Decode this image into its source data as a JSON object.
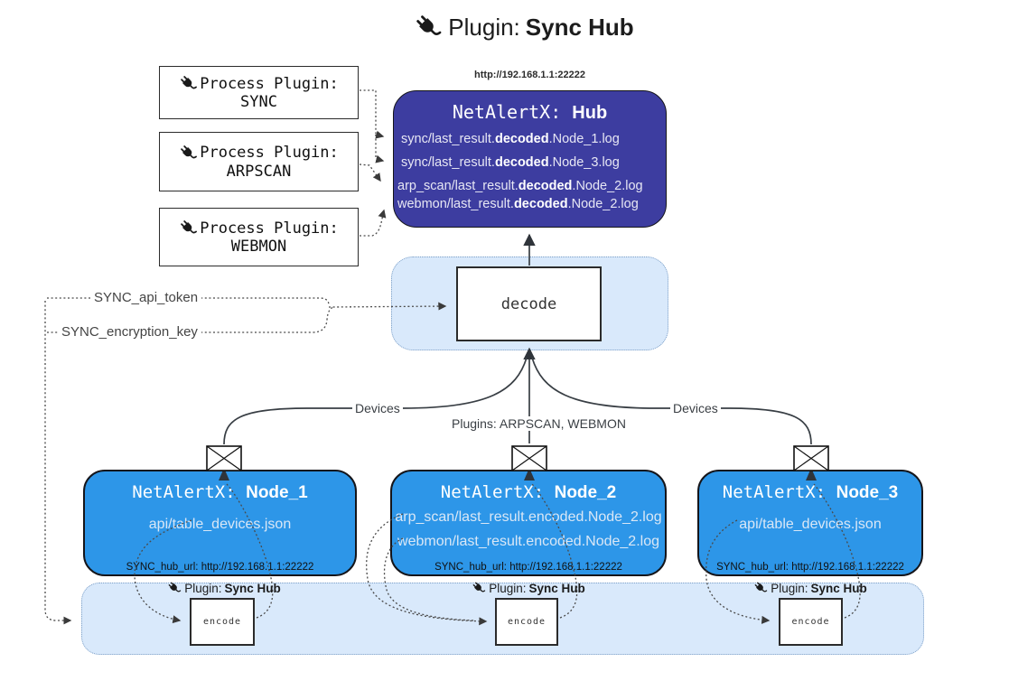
{
  "colors": {
    "hub_fill": "#3d3da0",
    "node_fill": "#2d96e8",
    "band_fill": "#d9e9fb"
  },
  "title": {
    "prefix": "Plugin: ",
    "bold": "Sync Hub"
  },
  "hub": {
    "url_above": "http://192.168.1.1:22222",
    "name_prefix": "NetAlertX: ",
    "name_bold": "Hub",
    "files": [
      {
        "pre": "sync/last_result.",
        "bold": "decoded",
        "post": ".Node_1.log"
      },
      {
        "pre": "sync/last_result.",
        "bold": "decoded",
        "post": ".Node_3.log"
      },
      {
        "pre": "arp_scan/last_result.",
        "bold": "decoded",
        "post": ".Node_2.log"
      },
      {
        "pre": "webmon/last_result.",
        "bold": "decoded",
        "post": ".Node_2.log"
      }
    ]
  },
  "process_plugins": [
    {
      "label": "Process Plugin:",
      "name": "SYNC"
    },
    {
      "label": "Process Plugin:",
      "name": "ARPSCAN"
    },
    {
      "label": "Process Plugin:",
      "name": "WEBMON"
    }
  ],
  "decode_box": {
    "label": "decode"
  },
  "secrets": {
    "api_token": "SYNC_api_token",
    "encryption_key": "SYNC_encryption_key"
  },
  "edges": {
    "devices_left": "Devices",
    "devices_right": "Devices",
    "plugins_line": "Plugins: ARPSCAN, WEBMON"
  },
  "nodes": [
    {
      "name_prefix": "NetAlertX: ",
      "name_bold": "Node_1",
      "files": [
        "api/table_devices.json"
      ],
      "hub_url": "SYNC_hub_url: http://192.168.1.1:22222"
    },
    {
      "name_prefix": "NetAlertX: ",
      "name_bold": "Node_2",
      "files": [
        "arp_scan/last_result.encoded.Node_2.log",
        "webmon/last_result.encoded.Node_2.log"
      ],
      "hub_url": "SYNC_hub_url: http://192.168.1.1:22222"
    },
    {
      "name_prefix": "NetAlertX: ",
      "name_bold": "Node_3",
      "files": [
        "api/table_devices.json"
      ],
      "hub_url": "SYNC_hub_url: http://192.168.1.1:22222"
    }
  ],
  "encoders": [
    {
      "plugin_prefix": "Plugin: ",
      "plugin_bold": "Sync Hub",
      "box": "encode"
    },
    {
      "plugin_prefix": "Plugin: ",
      "plugin_bold": "Sync Hub",
      "box": "encode"
    },
    {
      "plugin_prefix": "Plugin: ",
      "plugin_bold": "Sync Hub",
      "box": "encode"
    }
  ]
}
